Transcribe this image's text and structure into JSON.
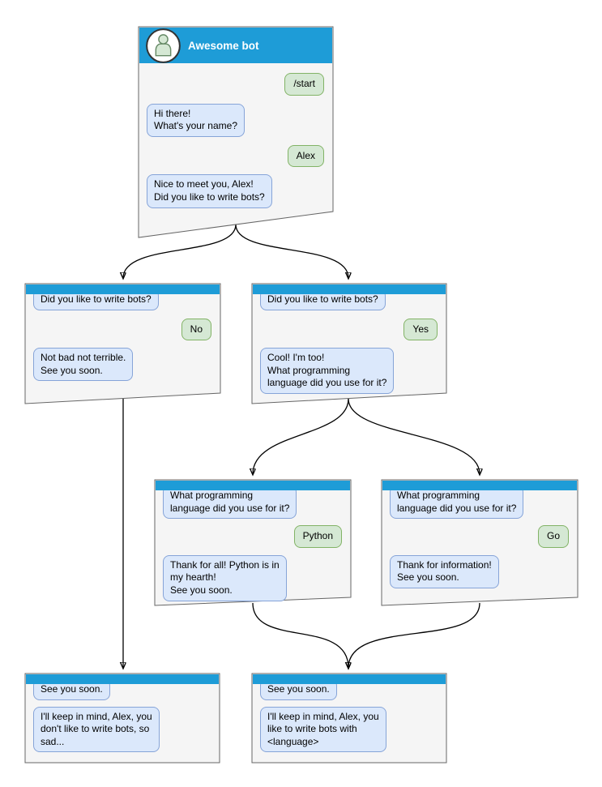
{
  "colors": {
    "header_blue": "#1e9cd7",
    "window_fill": "#f5f5f5",
    "window_border": "#666666",
    "bot_bubble_fill": "#dbe8fb",
    "bot_bubble_border": "#86a4d8",
    "user_bubble_fill": "#d5e8d4",
    "user_bubble_border": "#82b366",
    "arrow_color": "#000000"
  },
  "main_window": {
    "title": "Awesome bot",
    "avatar_icon": "person-icon",
    "messages": [
      {
        "from": "user",
        "text": "/start"
      },
      {
        "from": "bot",
        "text": "Hi there!\nWhat's your name?"
      },
      {
        "from": "user",
        "text": "Alex"
      },
      {
        "from": "bot",
        "text": "Nice to meet you, Alex!\nDid you like to write bots?"
      }
    ]
  },
  "branch_no": {
    "messages": [
      {
        "from": "bot",
        "text": "Did you like to write bots?"
      },
      {
        "from": "user",
        "text": "No"
      },
      {
        "from": "bot",
        "text": "Not bad not terrible.\nSee you soon."
      }
    ]
  },
  "branch_yes": {
    "messages": [
      {
        "from": "bot",
        "text": "Did you like to write bots?"
      },
      {
        "from": "user",
        "text": "Yes"
      },
      {
        "from": "bot",
        "text": "Cool! I'm too!\nWhat programming\nlanguage did you use for it?"
      }
    ]
  },
  "branch_python": {
    "messages": [
      {
        "from": "bot",
        "text": "What programming\nlanguage did you use for it?"
      },
      {
        "from": "user",
        "text": "Python"
      },
      {
        "from": "bot",
        "text": "Thank for all! Python is in\nmy hearth!\nSee you soon."
      }
    ]
  },
  "branch_go": {
    "messages": [
      {
        "from": "bot",
        "text": "What programming\nlanguage did you use for it?"
      },
      {
        "from": "user",
        "text": "Go"
      },
      {
        "from": "bot",
        "text": "Thank for information!\nSee you soon."
      }
    ]
  },
  "end_no": {
    "messages": [
      {
        "from": "bot",
        "text": "See you soon."
      },
      {
        "from": "bot",
        "text": "I'll keep in mind, Alex, you\ndon't like to write bots, so\nsad..."
      }
    ]
  },
  "end_yes": {
    "messages": [
      {
        "from": "bot",
        "text": "See you soon."
      },
      {
        "from": "bot",
        "text": "I'll keep in mind, Alex, you\nlike to write bots with\n<language>"
      }
    ]
  }
}
